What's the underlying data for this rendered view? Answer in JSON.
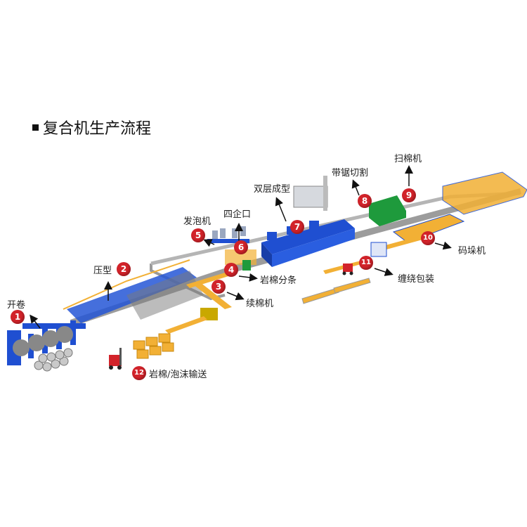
{
  "title": "复合机生产流程",
  "colors": {
    "machine_blue": "#1f4fd1",
    "badge_red": "#d2232a",
    "material_orange": "#f2b035",
    "beam_gray": "#a9a9a9",
    "enclosure_green": "#1e9a3c"
  },
  "steps": [
    {
      "number": "1",
      "label": "开卷"
    },
    {
      "number": "2",
      "label": "压型"
    },
    {
      "number": "3",
      "label": "续棉机"
    },
    {
      "number": "4",
      "label": "岩棉分条"
    },
    {
      "number": "5",
      "label": "发泡机"
    },
    {
      "number": "6",
      "label": "四企口"
    },
    {
      "number": "7",
      "label": "双层成型"
    },
    {
      "number": "8",
      "label": "带锯切割"
    },
    {
      "number": "9",
      "label": "扫棉机"
    },
    {
      "number": "10",
      "label": "码垛机"
    },
    {
      "number": "11",
      "label": "缠绕包装"
    },
    {
      "number": "12",
      "label": "岩棉/泡沫输送"
    }
  ]
}
